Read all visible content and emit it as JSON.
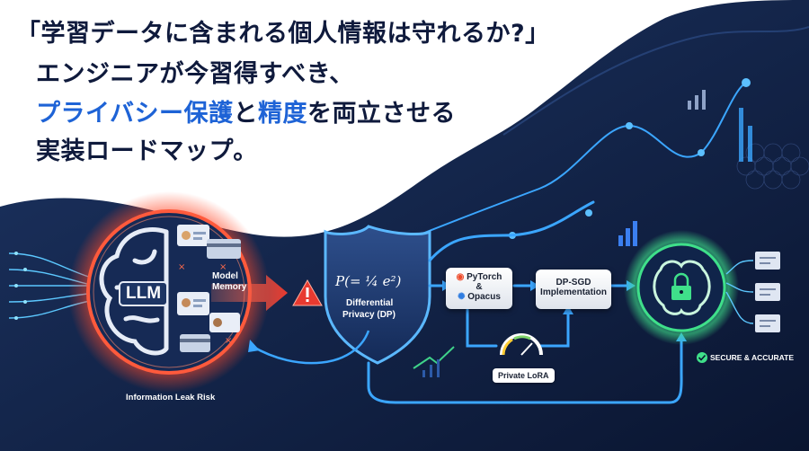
{
  "headline": {
    "line1": "「学習データに含まれる個人情報は守れるか?」",
    "line2": "エンジニアが今習得すべき、",
    "line3_highlight_1": "プライバシー保護",
    "line3_mid": "と",
    "line3_highlight_2": "精度",
    "line3_tail": "を両立させる",
    "line4": "実装ロードマップ。"
  },
  "llm_section": {
    "llm_label": "LLM",
    "model_memory_label": "Model\nMemory",
    "leak_caption": "Information Leak Risk"
  },
  "dp_shield": {
    "formula": "P(= ¼ e²)",
    "label_line1": "Differential",
    "label_line2": "Privacy (DP)"
  },
  "pipeline": {
    "pytorch_label": "PyTorch",
    "amp_label": "&",
    "opacus_label": "Opacus",
    "dpsgd_line1": "DP-SGD",
    "dpsgd_line2": "Implementation",
    "lora_label": "Private LoRA"
  },
  "output": {
    "secure_label": "SECURE & ACCURATE"
  },
  "colors": {
    "navy": "#0f1a3c",
    "accent_blue": "#1e63d6",
    "danger_red": "#e83a30",
    "flow_cyan": "#39a8ff",
    "secure_green": "#3fe08a"
  }
}
